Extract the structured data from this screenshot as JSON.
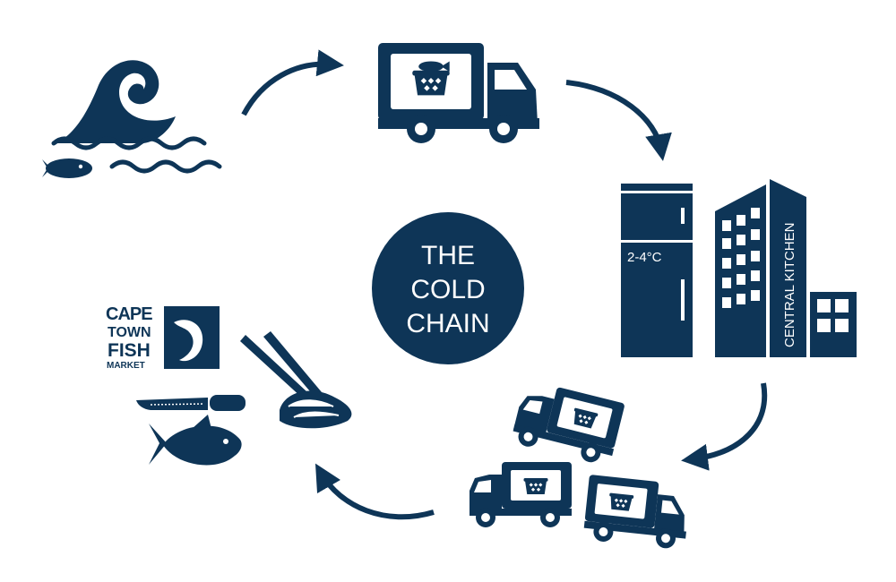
{
  "colors": {
    "primary": "#0e3557",
    "background": "#ffffff",
    "text_on_primary": "#ffffff"
  },
  "center": {
    "line1": "THE",
    "line2": "COLD",
    "line3": "CHAIN"
  },
  "fridge": {
    "temperature": "2-4°C"
  },
  "building": {
    "label": "CENTRAL KITCHEN"
  },
  "logo": {
    "line1": "CAPE",
    "line2": "TOWN",
    "line3": "FISH",
    "line4": "MARKET"
  },
  "icons": [
    "ocean-wave-icon",
    "fish-icon",
    "delivery-truck-icon",
    "fish-basket-icon",
    "refrigerator-icon",
    "office-building-icon",
    "small-truck-icon",
    "knife-icon",
    "chopsticks-sushi-icon"
  ]
}
